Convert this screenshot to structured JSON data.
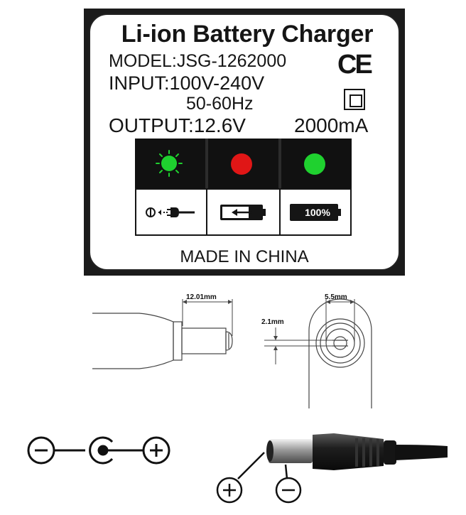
{
  "label": {
    "title": "Li-ion Battery Charger",
    "model": "MODEL:JSG-1262000",
    "input": "INPUT:100V-240V",
    "frequency": "50-60Hz",
    "output": "OUTPUT:12.6V",
    "current": "2000mA",
    "origin": "MADE IN CHINA",
    "ce_mark": "CE",
    "indicators": [
      {
        "state": "power-on",
        "color": "#1fd12f",
        "icon": "plug-icon"
      },
      {
        "state": "charging",
        "color": "#e01616",
        "icon": "battery-charging-icon"
      },
      {
        "state": "full",
        "color": "#1fd12f",
        "icon": "battery-full-icon",
        "text": "100%"
      }
    ]
  },
  "dimensions": {
    "plug_length": "12.01mm",
    "outer_diameter": "5.5mm",
    "inner_diameter": "2.1mm"
  },
  "colors": {
    "green_led": "#1fd12f",
    "red_led": "#e01616",
    "ink": "#151515"
  }
}
